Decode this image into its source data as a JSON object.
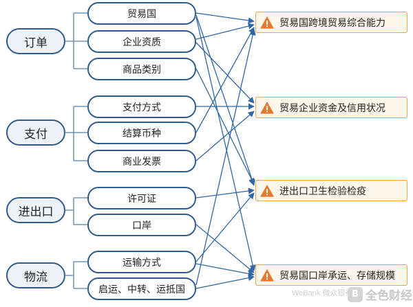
{
  "categories": [
    {
      "label": "订单"
    },
    {
      "label": "支付"
    },
    {
      "label": "进出口"
    },
    {
      "label": "物流"
    }
  ],
  "items": [
    {
      "label": "贸易国"
    },
    {
      "label": "企业资质"
    },
    {
      "label": "商品类别"
    },
    {
      "label": "支付方式"
    },
    {
      "label": "结算币种"
    },
    {
      "label": "商业发票"
    },
    {
      "label": "许可证"
    },
    {
      "label": "口岸"
    },
    {
      "label": "运输方式"
    },
    {
      "label": "启运、中转、运抵国"
    }
  ],
  "risks": [
    {
      "label": "贸易国跨境贸易综合能力"
    },
    {
      "label": "贸易企业资金及信用状况"
    },
    {
      "label": "进出口卫生检验检疫"
    },
    {
      "label": "贸易国口岸承运、存储规模"
    }
  ],
  "colors": {
    "node_border": "#2f5b8c",
    "connector": "#5a7ea8",
    "arrow": "#2e66a8",
    "risk_border": "#f0a44a",
    "risk_fill": "#fdf6ea",
    "warning_icon": "#e27b31"
  },
  "watermark": {
    "bank": "WeBank 微众银行",
    "brand": "全色财经"
  }
}
